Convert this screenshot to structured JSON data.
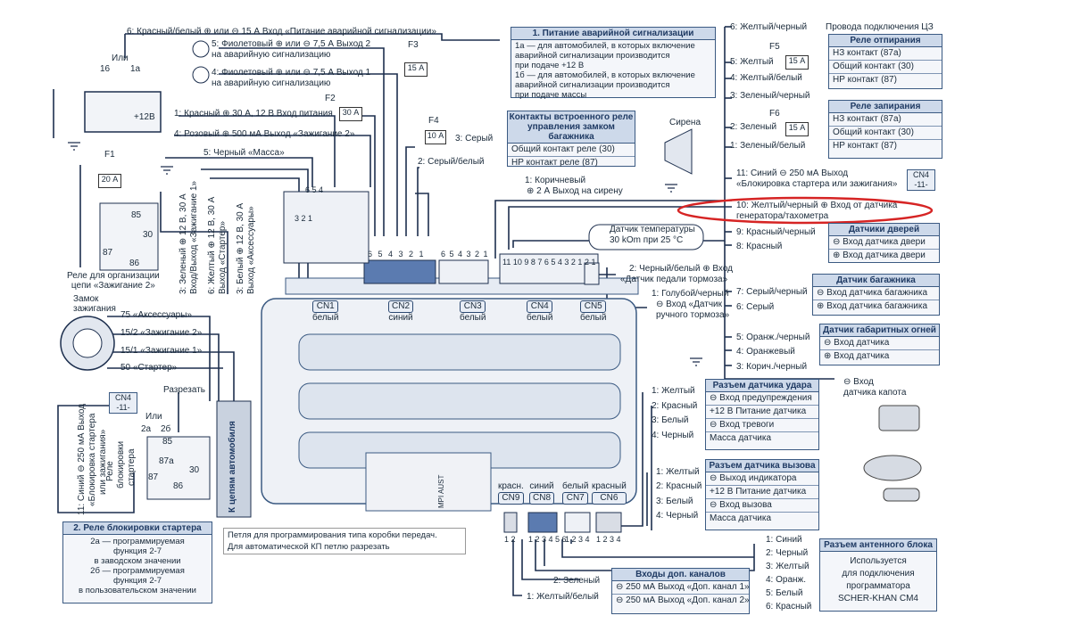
{
  "top": {
    "w6": "6: Красный/белый ⊕ или ⊖ 15 А Вход «Питание аварийной сигнализации»",
    "w5": "5: Фиолетовый ⊕ или ⊖ 7,5 А Выход 2",
    "w5b": "на аварийную сигнализацию",
    "w4": "4: Фиолетовый ⊕ или ⊖ 7,5 А Выход 1",
    "w4b": "на аварийную сигнализацию",
    "w1": "1: Красный ⊕ 30 А, 12 В Вход питания",
    "w4p": "4: Розовый ⊕ 500 мА Выход «Зажигание 2»",
    "w5m": "5: Черный «Масса»",
    "ili": "Или",
    "n16": "16",
    "n1a": "1а",
    "battery": "+12В"
  },
  "fuses": {
    "f3": "F3",
    "f3v": "15 А",
    "f2": "F2",
    "f2v": "30 А",
    "f4": "F4",
    "f4v": "10 А",
    "f1": "F1",
    "f1v": "20 А",
    "f5": "F5",
    "f5v": "15 А",
    "f6": "F6",
    "f6v": "15 А"
  },
  "alarm_power": {
    "title": "1. Питание аварийной сигнализации",
    "r1": "1а — для автомобилей, в которых включение",
    "r2": "аварийной сигнализации производится",
    "r3": "при подаче +12 В",
    "r4": "1б — для автомобилей, в которых включение",
    "r5": "аварийной сигнализации производится",
    "r6": "при подаче массы"
  },
  "trunk_relay": {
    "title": "Контакты встроенного реле управления замком багажника",
    "r1": "Общий контакт реле (30)",
    "r2": "НР контакт реле (87)"
  },
  "siren": {
    "title": "Сирена",
    "w3": "3: Серый",
    "w2": "2: Серый/белый",
    "w1": "1: Коричневый",
    "w1b": "⊕ 2 А Выход на сирену"
  },
  "cz": {
    "title": "Провода подключения ЦЗ",
    "w6": "6: Желтый/черный",
    "w5": "5: Желтый",
    "w4": "4: Желтый/белый",
    "w3": "3: Зеленый/черный",
    "w2": "2: Зеленый",
    "w1": "1: Зеленый/белый",
    "unlock_title": "Реле отпирания",
    "u1": "НЗ контакт (87а)",
    "u2": "Общий контакт (30)",
    "u3": "НР контакт (87)",
    "lock_title": "Реле запирания",
    "l1": "НЗ контакт (87а)",
    "l2": "Общий контакт (30)",
    "l3": "НР контакт (87)"
  },
  "cn4_right": {
    "w11": "11: Синий ⊖ 250 мА Выход",
    "w11b": "«Блокировка стартера или зажигания»",
    "tag": "CN4",
    "tagn": "-11-",
    "w10": "10: Желтый/черный ⊕ Вход от датчика",
    "w10b": "генератора/тахометра"
  },
  "doors": {
    "w9": "9: Красный/черный",
    "w8": "8: Красный",
    "title": "Датчики дверей",
    "r1": "⊖ Вход датчика двери",
    "r2": "⊕ Вход датчика двери"
  },
  "temp": {
    "t1": "Датчик температуры",
    "t2": "30 kOm при 25 °C"
  },
  "brake": {
    "w2": "2: Черный/белый ⊕ Вход",
    "w2b": "«Датчик педали тормоза»",
    "w1": "1: Голубой/черный",
    "w1b": "⊖ Вход «Датчик",
    "w1c": "ручного тормоза»"
  },
  "trunk": {
    "w7": "7: Серый/черный",
    "w6": "6: Серый",
    "title": "Датчик багажника",
    "r1": "⊖ Вход датчика багажника",
    "r2": "⊕ Вход датчика багажника"
  },
  "lights": {
    "w5": "5: Оранж./черный",
    "w4": "4: Оранжевый",
    "w3": "3: Корич./черный",
    "title": "Датчик габаритных огней",
    "r1": "⊖ Вход датчика",
    "r2": "⊕ Вход датчика",
    "hood": "⊖ Вход",
    "hoodb": "датчика капота"
  },
  "cn": {
    "cn1": "CN1",
    "cn1c": "белый",
    "cn2": "CN2",
    "cn2c": "синий",
    "cn3": "CN3",
    "cn3c": "белый",
    "cn4": "CN4",
    "cn4c": "белый",
    "cn5": "CN5",
    "cn5c": "белый",
    "cn9": "CN9",
    "cn9c": "красн.",
    "cn8": "CN8",
    "cn8c": "синий",
    "cn7": "CN7",
    "cn7c": "белый",
    "cn6": "CN6",
    "cn6c": "красный",
    "p1": "6 5 4 3 2 1",
    "p2": "6 5 4 3 2 1",
    "p4": "11 10 9 8 7 6 5 4 3 2 1",
    "p5": "2 1",
    "p9": "1 2",
    "p8": "1 2 3 4 5 6",
    "p7": "1 2 3 4",
    "p6": "1 2 3 4",
    "rp": "6  5  4",
    "rpn": "3     2     1",
    "mpi": "MPI AUST"
  },
  "shock": {
    "w1": "1: Желтый",
    "w2": "2: Красный",
    "w3": "3: Белый",
    "w4": "4: Черный",
    "title": "Разъем датчика удара",
    "r1": "⊖ Вход предупреждения",
    "r2": "+12 В Питание датчика",
    "r3": "⊖ Вход тревоги",
    "r4": "Масса датчика"
  },
  "call": {
    "w1": "1: Желтый",
    "w2": "2: Красный",
    "w3": "3: Белый",
    "w4": "4: Черный",
    "title": "Разъем датчика вызова",
    "r1": "⊖ Выход индикатора",
    "r2": "+12 В Питание датчика",
    "r3": "⊖ Вход вызова",
    "r4": "Масса датчика"
  },
  "antenna": {
    "w1": "1: Синий",
    "w2": "2: Черный",
    "w3": "3: Желтый",
    "w4": "4: Оранж.",
    "w5": "5: Белый",
    "w6": "6: Красный",
    "title": "Разъем антенного блока",
    "r1": "Используется",
    "r2": "для подключения",
    "r3": "программатора",
    "r4": "SCHER-KHAN CM4"
  },
  "extra": {
    "w2": "2: Зеленый",
    "w1": "1: Желтый/белый",
    "title": "Входы доп. каналов",
    "r1": "⊖ 250 мА Выход «Доп. канал 1»",
    "r2": "⊖ 250 мА Выход «Доп. канал 2»"
  },
  "gearbox": {
    "t1": "Петля для программирования типа коробки передач.",
    "t2": "Для автоматической КП петлю разрезать"
  },
  "left": {
    "ign_relay": "Реле для организации",
    "ign_relay2": "цепи «Зажигание 2»",
    "lock": "Замок",
    "lock2": "зажигания",
    "k75": "75 «Аксессуары»",
    "k152": "15/2 «Зажигание 2»",
    "k151": "15/1 «Зажигание 1»",
    "k50": "50 «Стартер»",
    "cut": "Разрезать",
    "r85": "85",
    "r87": "87",
    "r86": "86",
    "r30": "30",
    "v3": "3: Зеленый ⊕ 12 В, 30 А",
    "v3b": "Вход/Выход «Зажигание 1»",
    "v6": "6: Желтый ⊕ 12 В, 30 А",
    "v6b": "Выход «Стартер»",
    "v3w": "3: Белый ⊕ 12 В, 30 А",
    "v3wb": "Выход «Аксессуары»",
    "cn4": "CN4",
    "cn4n": "-11-",
    "v11": "11: Синий ⊖ 250 мА Выход",
    "v11b": "«Блокировка стартера",
    "v11c": "или зажигания»",
    "blk": "Реле",
    "blk2": "блокировки",
    "blk3": "стартера",
    "ili": "Или",
    "n2a": "2а",
    "n2b": "2б",
    "b85": "85",
    "b87a": "87а",
    "b87": "87",
    "b86": "86",
    "b30": "30",
    "car": "К цепям автомобиля"
  },
  "starter_relay": {
    "title": "2. Реле блокировки стартера",
    "r1": "2а — программируемая",
    "r2": "функция 2-7",
    "r3": "в заводском значении",
    "r4": "2б — программируемая",
    "r5": "функция 2-7",
    "r6": "в пользовательском значении"
  },
  "colors": {
    "wire": "#1d2f4e",
    "accent": "#d62424",
    "panel": "#cdd9ea"
  }
}
